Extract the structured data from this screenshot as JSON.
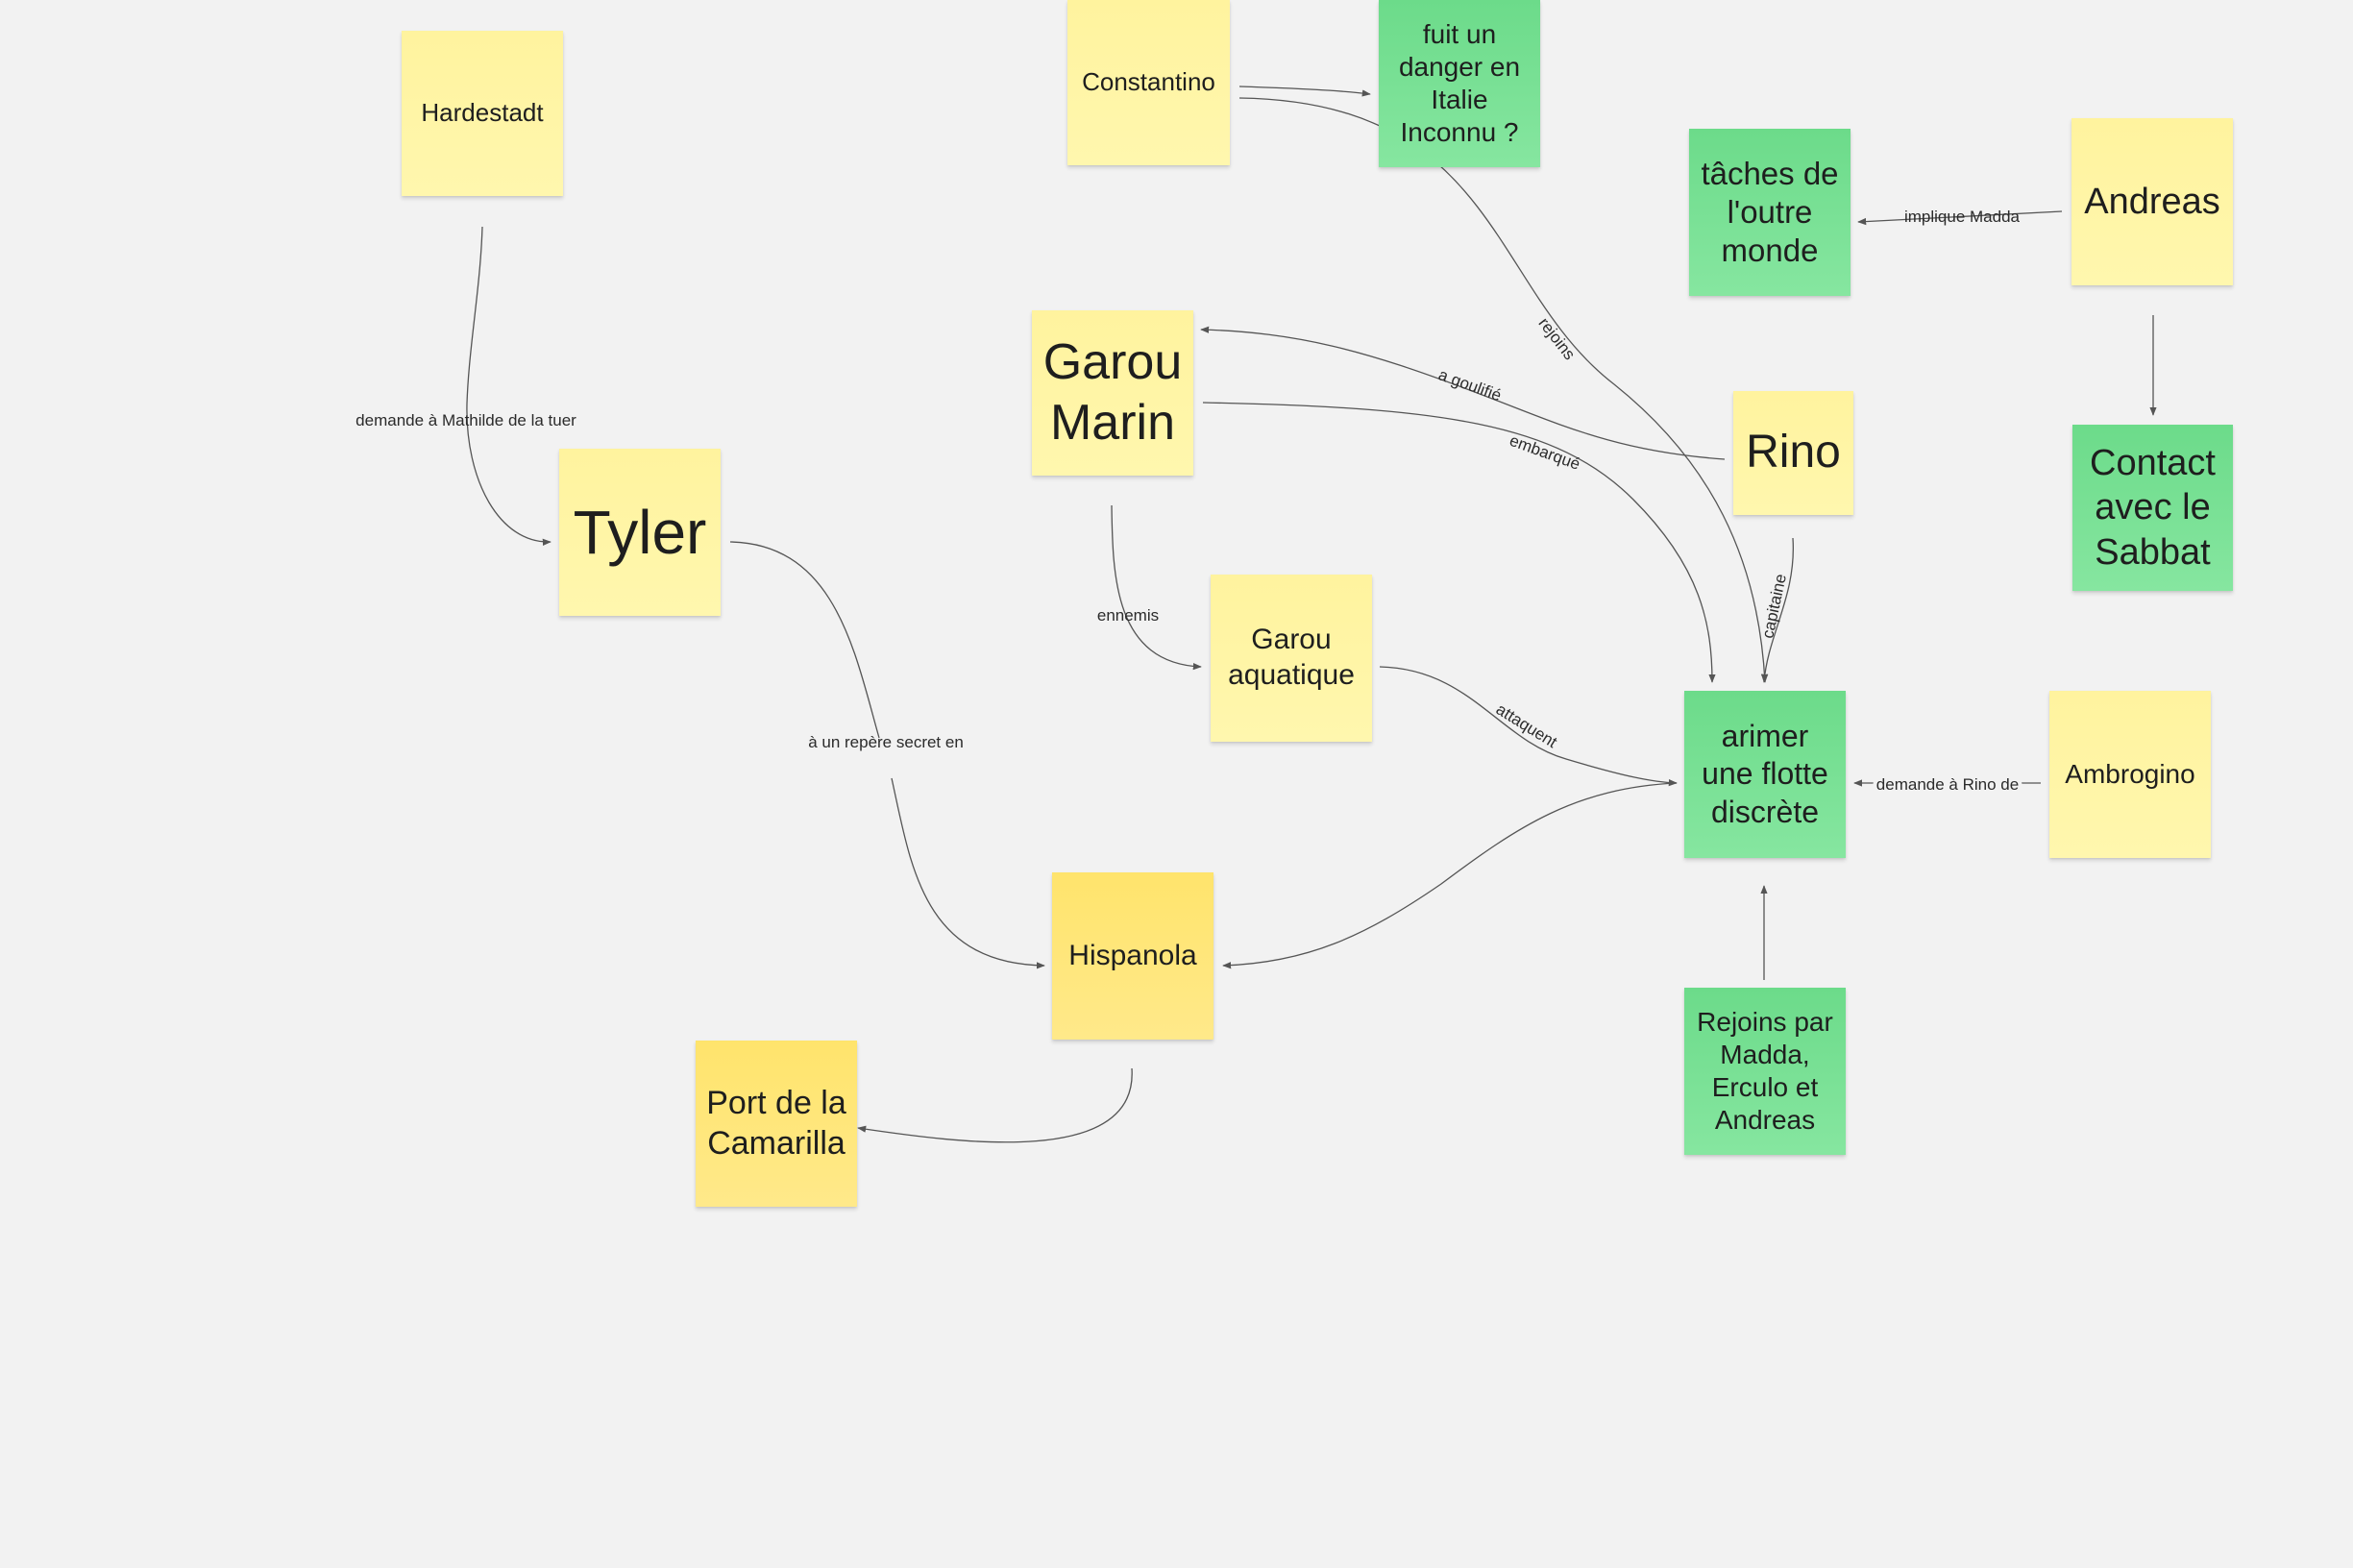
{
  "notes": {
    "hardestadt": "Hardestadt",
    "constantino": "Constantino",
    "fuit": "fuit un danger en Italie Inconnu ?",
    "taches": "tâches de l'outre monde",
    "andreas": "Andreas",
    "garou_marin": "Garou Marin",
    "tyler": "Tyler",
    "rino": "Rino",
    "contact": "Contact avec le Sabbat",
    "garou_aquatique": "Garou aquatique",
    "arimer": "arimer une flotte discrète",
    "ambrogino": "Ambrogino",
    "hispanola": "Hispanola",
    "port": "Port de la Camarilla",
    "rejoins_par": "Rejoins par Madda, Erculo et Andreas"
  },
  "edges": {
    "demande_mathilde": "demande à Mathilde de la tuer",
    "repere_secret": "à un repère secret en",
    "implique_madda": "implique Madda",
    "a_goulifie": "a goulifié",
    "embarque": "embarqué",
    "rejoins": "rejoins",
    "capitaine": "capitaine",
    "ennemis": "ennemis",
    "attaquent": "attaquent",
    "demande_rino": "demande à Rino de"
  },
  "colors": {
    "background": "#f2f2f2",
    "yellow_note": "#fff39e",
    "gold_note": "#ffe46c",
    "green_note": "#6cdb8a",
    "connector": "#555555"
  }
}
